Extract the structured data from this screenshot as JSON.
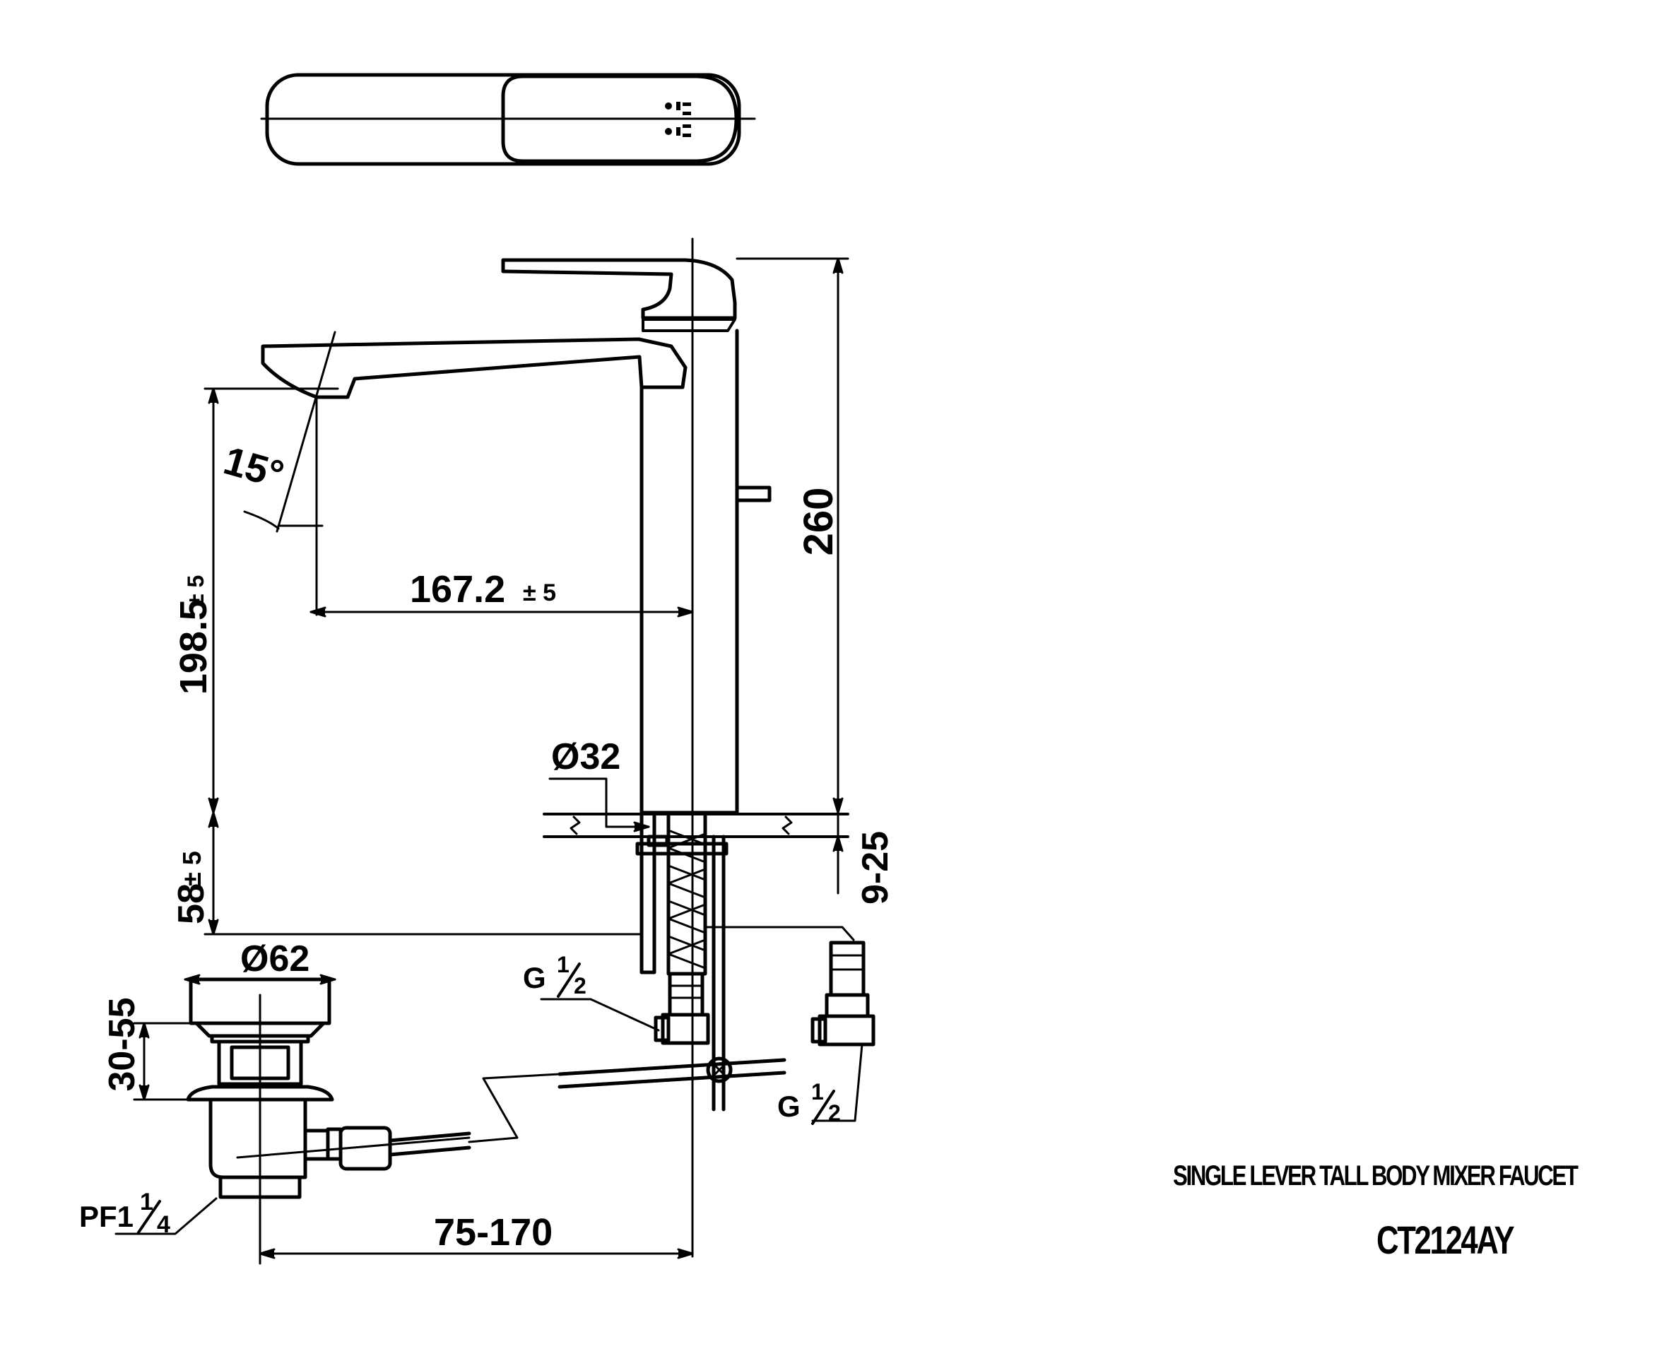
{
  "title_block": {
    "product_name": "SINGLE LEVER TALL BODY MIXER FAUCET",
    "model_code": "CT2124AY"
  },
  "dimensions": {
    "total_height": "260",
    "spout_height": "198.5",
    "spout_height_tol": "± 5",
    "spout_reach": "167.2",
    "spout_reach_tol": "± 5",
    "spout_angle": "15°",
    "body_diameter": "Ø32",
    "below_deck": "58",
    "below_deck_tol": "± 5",
    "deck_thickness": "9-25",
    "drain_diameter": "Ø62",
    "drain_height": "30-55",
    "drain_thread": "PF1",
    "drain_thread_num": "1",
    "drain_thread_den": "4",
    "inlet_thread_left": "G",
    "inlet_thread_left_num": "1",
    "inlet_thread_left_den": "2",
    "inlet_thread_right": "G",
    "inlet_thread_right_num": "1",
    "inlet_thread_right_den": "2",
    "rod_adjust": "75-170"
  }
}
